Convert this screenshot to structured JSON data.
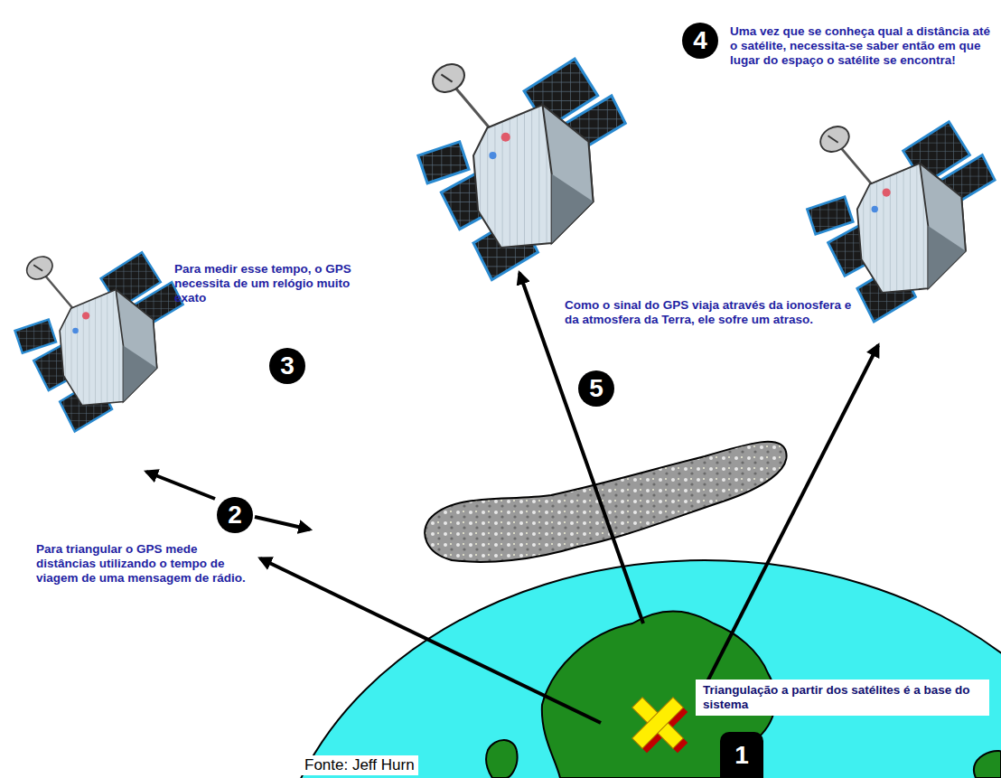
{
  "diagram": {
    "nodes": [
      {
        "text": [
          "4"
        ]
      },
      {
        "text": [
          "3"
        ]
      },
      {
        "text": [
          "5"
        ]
      },
      {
        "text": [
          "2"
        ]
      },
      {
        "text": [
          "Triangulação a partir dos satélites é a base do sistema"
        ]
      },
      {
        "text": [
          "1"
        ]
      }
    ],
    "labels": [
      "Uma vez que se conheça qual a distância até o satélite, necessita-se saber então em que lugar do espaço o satélite se encontra!",
      "Para medir esse tempo, o GPS necessita de um relógio muito exato",
      "Como o sinal do GPS viaja através da ionosfera e da atmosfera da Terra, ele sofre um atraso.",
      "Para triangular o GPS mede distâncias utilizando o tempo de viagem de uma mensagem de rádio.",
      "Fonte: Jeff Hurn"
    ]
  }
}
